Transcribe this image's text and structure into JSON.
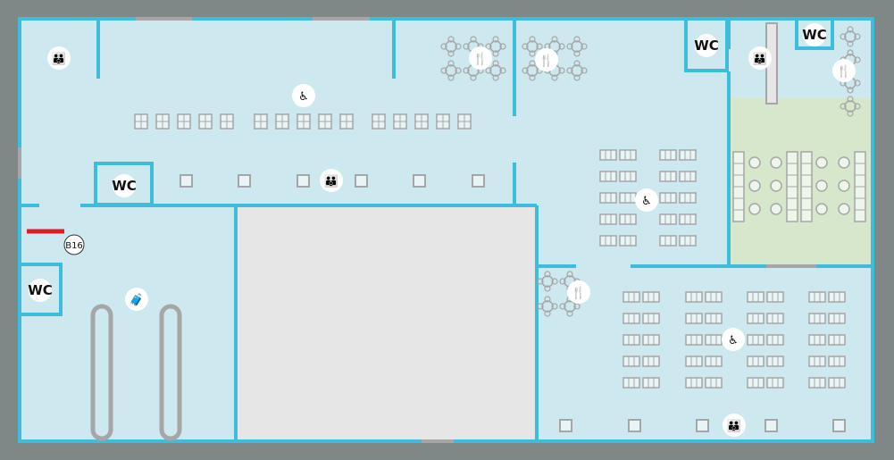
{
  "floor_map": {
    "colors": {
      "background": "#7f8887",
      "floor": "#cde8ef",
      "wall": "#3ebcdc",
      "restricted": "#e6e6e6",
      "lounge": "#d6e7cc",
      "gate_marker": "#e01c24",
      "furniture": "#a6a6a6",
      "icon_bg": "#ffffff"
    },
    "restrooms": [
      {
        "id": "wc-top-right-lounge",
        "label": "WC"
      },
      {
        "id": "wc-top-right",
        "label": "WC"
      },
      {
        "id": "wc-center-left",
        "label": "WC"
      },
      {
        "id": "wc-left",
        "label": "WC"
      }
    ],
    "gates": [
      {
        "id": "b16",
        "label": "B16"
      }
    ],
    "amenity_icons": [
      {
        "id": "family-room-icon",
        "glyph": "👪"
      },
      {
        "id": "accessible-seating-top-icon",
        "glyph": "♿"
      },
      {
        "id": "info-desk-center-icon",
        "glyph": "👪"
      },
      {
        "id": "restaurant-1-icon",
        "glyph": "🍴"
      },
      {
        "id": "restaurant-2-icon",
        "glyph": "🍴"
      },
      {
        "id": "info-desk-right-icon",
        "glyph": "👪"
      },
      {
        "id": "restaurant-3-icon",
        "glyph": "🍴"
      },
      {
        "id": "accessible-seating-mid-icon",
        "glyph": "♿"
      },
      {
        "id": "restaurant-4-icon",
        "glyph": "🍴"
      },
      {
        "id": "baggage-claim-icon",
        "glyph": "🧳"
      },
      {
        "id": "accessible-seating-bottom-icon",
        "glyph": "♿"
      },
      {
        "id": "info-desk-bottom-icon",
        "glyph": "👪"
      }
    ]
  }
}
